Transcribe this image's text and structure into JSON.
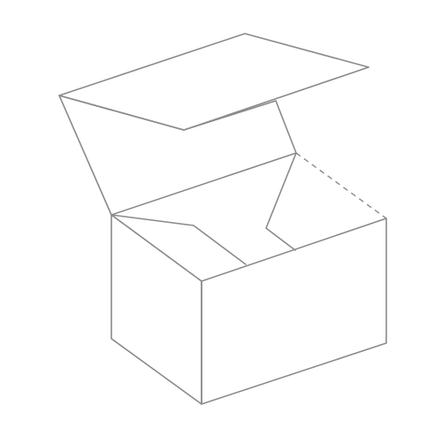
{
  "diagram": {
    "subject": "open-box-with-lid",
    "colors": {
      "background": "#ffffff",
      "outline": "#8a8a8a",
      "highlight_panel": "#cde8ec",
      "face": "#ffffff"
    },
    "parts": [
      "lid-top",
      "lid-hinge-panel",
      "inner-back-flap",
      "inner-side-flap",
      "front-face",
      "right-face",
      "hidden-edges"
    ]
  }
}
